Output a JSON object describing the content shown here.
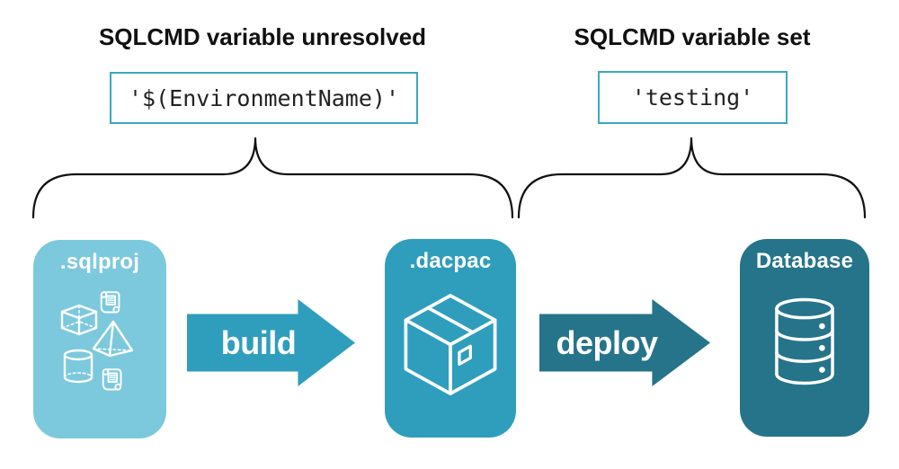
{
  "annotations": {
    "left": {
      "title": "SQLCMD variable unresolved",
      "value": "'$(EnvironmentName)'"
    },
    "right": {
      "title": "SQLCMD variable set",
      "value": "'testing'"
    }
  },
  "pipeline": {
    "stages": [
      {
        "id": "sqlproj",
        "label": ".sqlproj",
        "icon": "sql-objects-icon"
      },
      {
        "id": "dacpac",
        "label": ".dacpac",
        "icon": "package-icon"
      },
      {
        "id": "database",
        "label": "Database",
        "icon": "database-icon"
      }
    ],
    "arrows": [
      {
        "label": "build"
      },
      {
        "label": "deploy"
      }
    ]
  },
  "colors": {
    "light_blue": "#7CC9DD",
    "teal": "#2F9EBD",
    "dark_teal": "#25748A",
    "code_border": "#3BA7C3",
    "brace_stroke": "#111111",
    "icon_stroke": "#FFFFFF"
  }
}
